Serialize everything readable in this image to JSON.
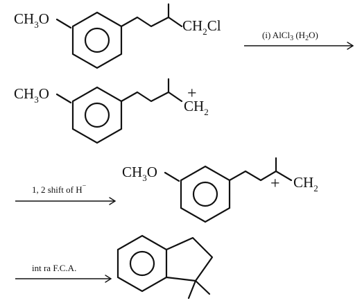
{
  "labels": {
    "methoxy": "CH",
    "methoxy_sub": "3",
    "methoxy_o": "O",
    "ch2": "CH",
    "ch2_sub": "2",
    "cl": "Cl",
    "plus": "+",
    "minus": "−"
  },
  "conditions": {
    "step1_prefix": "(i) AlCl",
    "step1_sub": "3",
    "step1_water_open": " (H",
    "step1_water_sub": "2",
    "step1_water_close": "O)",
    "step2_text": "1, 2 shift of H",
    "step3_text": "int ra F.C.A."
  }
}
